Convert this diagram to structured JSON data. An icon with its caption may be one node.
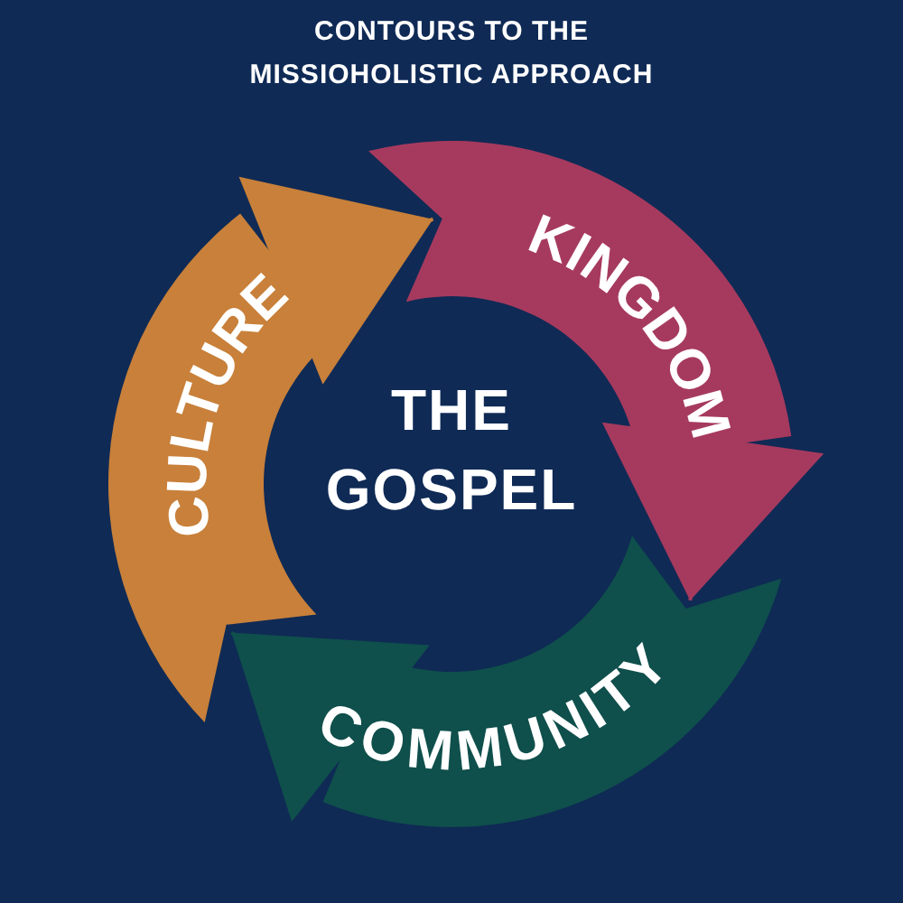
{
  "diagram": {
    "title": "CONTOURS TO THE MISSIOHOLISTIC APPROACH",
    "nodes": [
      {
        "text": [
          "CULTURE"
        ]
      },
      {
        "text": [
          "KINGDOM"
        ]
      },
      {
        "text": [
          "THE GOSPEL"
        ]
      },
      {
        "text": [
          "COMMUNITY"
        ]
      }
    ],
    "edges": [
      {
        "from": 0,
        "to": 1,
        "arrow": "to",
        "color": "#c8803a"
      },
      {
        "from": 1,
        "to": 3,
        "arrow": "to",
        "color": "#a63a5e"
      },
      {
        "from": 3,
        "to": 0,
        "arrow": "to",
        "color": "#0f4f4c"
      }
    ]
  }
}
